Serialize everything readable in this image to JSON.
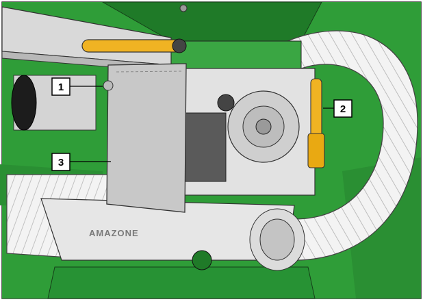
{
  "figure": {
    "brand_text": "AMAZONE",
    "colors": {
      "machine_green": "#2e9b37",
      "dark_green": "#1f7a28",
      "grey_metal": "#d6d6d6",
      "hose_white": "#f2f2f2",
      "yellow_handle": "#f0b323",
      "outline": "#2a2a2a"
    },
    "callouts": [
      {
        "id": "1",
        "label": "1"
      },
      {
        "id": "2",
        "label": "2"
      },
      {
        "id": "3",
        "label": "3"
      }
    ]
  }
}
